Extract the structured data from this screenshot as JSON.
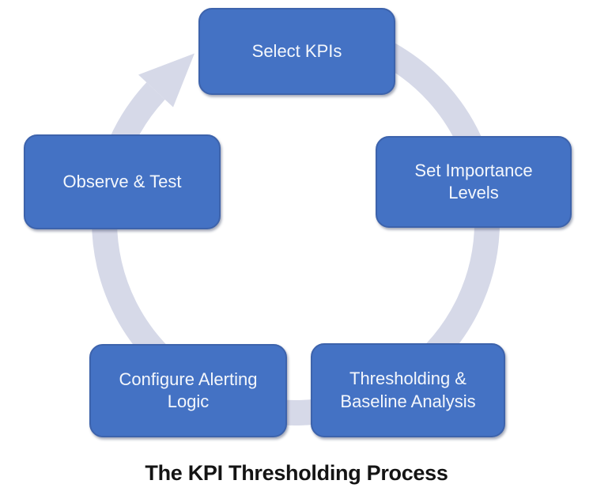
{
  "title": "The KPI Thresholding Process",
  "diagram": {
    "type": "cycle",
    "direction": "clockwise",
    "steps": [
      {
        "label": "Select KPIs",
        "position": "top"
      },
      {
        "label": "Set Importance Levels",
        "position": "right"
      },
      {
        "label": "Thresholding & Baseline Analysis",
        "position": "bottom-right"
      },
      {
        "label": "Configure Alerting Logic",
        "position": "bottom-left"
      },
      {
        "label": "Observe & Test",
        "position": "left"
      }
    ],
    "colors": {
      "node_fill": "#4472C4",
      "node_border": "#3D63AC",
      "node_text": "#F4F7FC",
      "arrow": "#D6D9E8",
      "title_text": "#141414",
      "background": "#FFFFFF"
    }
  }
}
